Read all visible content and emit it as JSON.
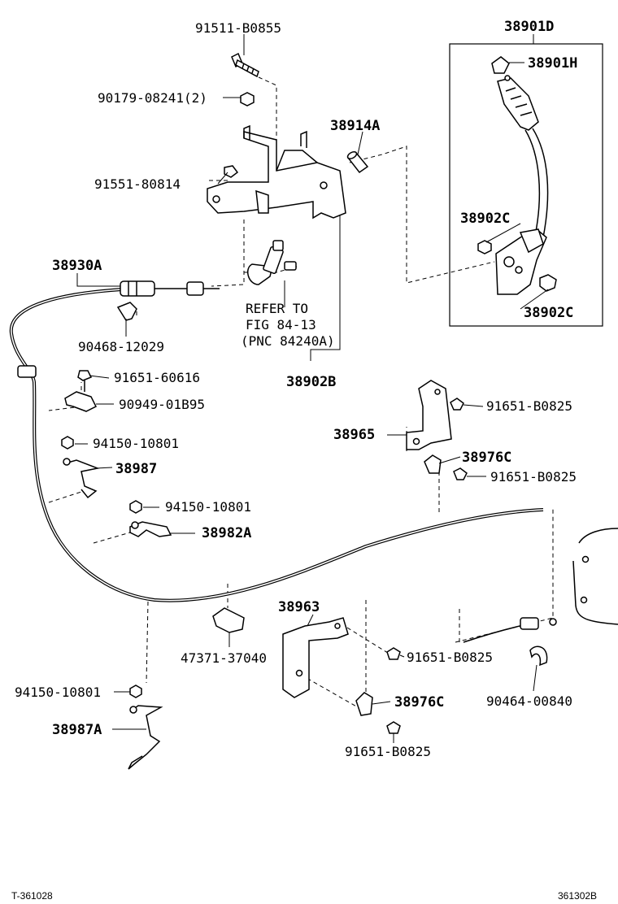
{
  "labels": {
    "p91511_B0855": "91511-B0855",
    "p90179_08241": "90179-08241(2)",
    "p91551_80814": "91551-80814",
    "p38914A": "38914A",
    "p38901D": "38901D",
    "p38901H": "38901H",
    "p38902C_a": "38902C",
    "p38902C_b": "38902C",
    "p38930A": "38930A",
    "p90468_12029": "90468-12029",
    "p38902B": "38902B",
    "p91651_60616": "91651-60616",
    "p90949_01B95": "90949-01B95",
    "p94150_10801_a": "94150-10801",
    "p38987": "38987",
    "p94150_10801_b": "94150-10801",
    "p38982A": "38982A",
    "p38965": "38965",
    "p91651_B0825_a": "91651-B0825",
    "p38976C_a": "38976C",
    "p91651_B0825_b": "91651-B0825",
    "p38963": "38963",
    "p91651_B0825_c": "91651-B0825",
    "p47371_37040": "47371-37040",
    "p38976C_b": "38976C",
    "p94150_10801_c": "94150-10801",
    "p38987A": "38987A",
    "p91651_B0825_d": "91651-B0825",
    "p90464_00840": "90464-00840"
  },
  "refer_note": {
    "line1": "REFER TO",
    "line2": "FIG 84-13",
    "line3": "(PNC 84240A)"
  },
  "footer": {
    "left_code": "T-361028",
    "right_code": "361302B"
  }
}
